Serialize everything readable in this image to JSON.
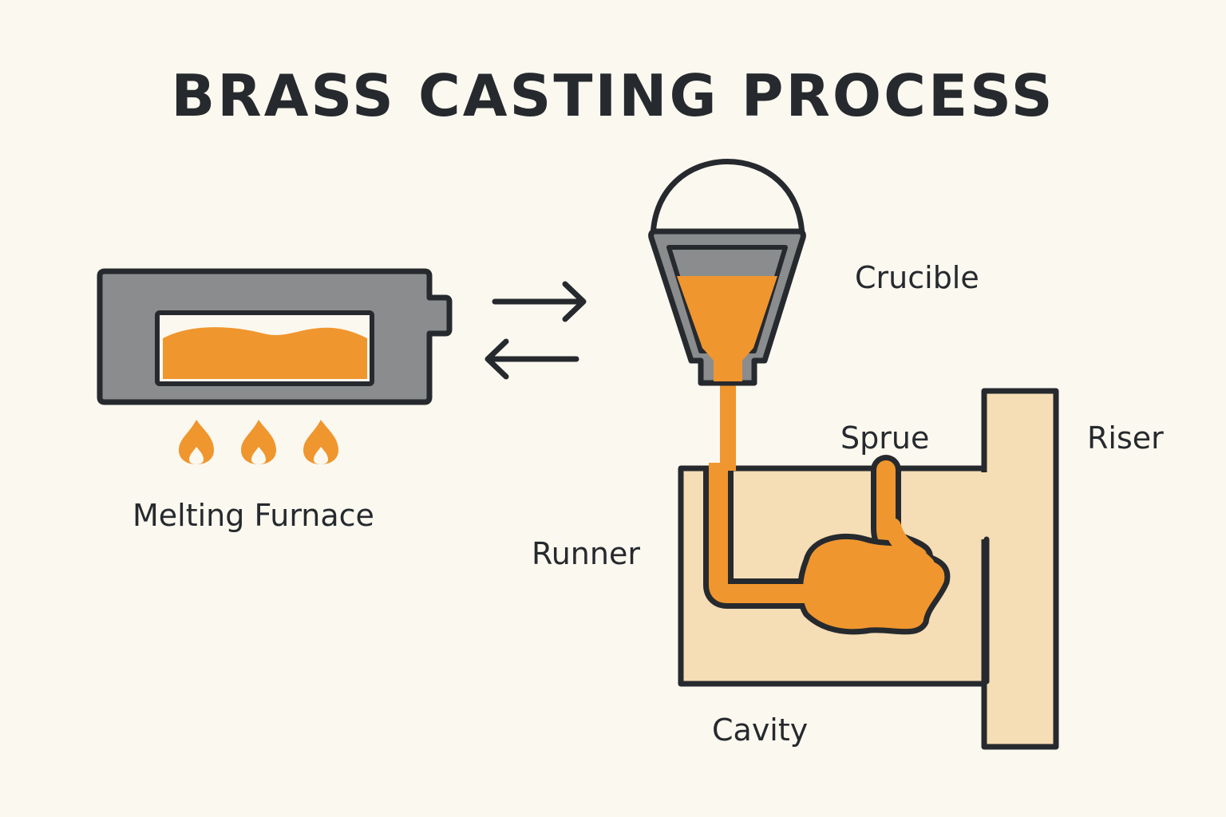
{
  "title": "BRASS CASTING PROCESS",
  "labels": {
    "melting_furnace": "Melting Furnace",
    "crucible": "Crucible",
    "sprue": "Sprue",
    "riser": "Riser",
    "runner": "Runner",
    "cavity": "Cavity"
  },
  "colors": {
    "background": "#FBF8EF",
    "outline": "#262A2E",
    "steel": "#8A8C8D",
    "molten_brass": "#F0962E",
    "mold_sand": "#F5DDB5"
  },
  "icons": [
    "flame-icon",
    "arrow-right-icon",
    "arrow-left-icon"
  ]
}
